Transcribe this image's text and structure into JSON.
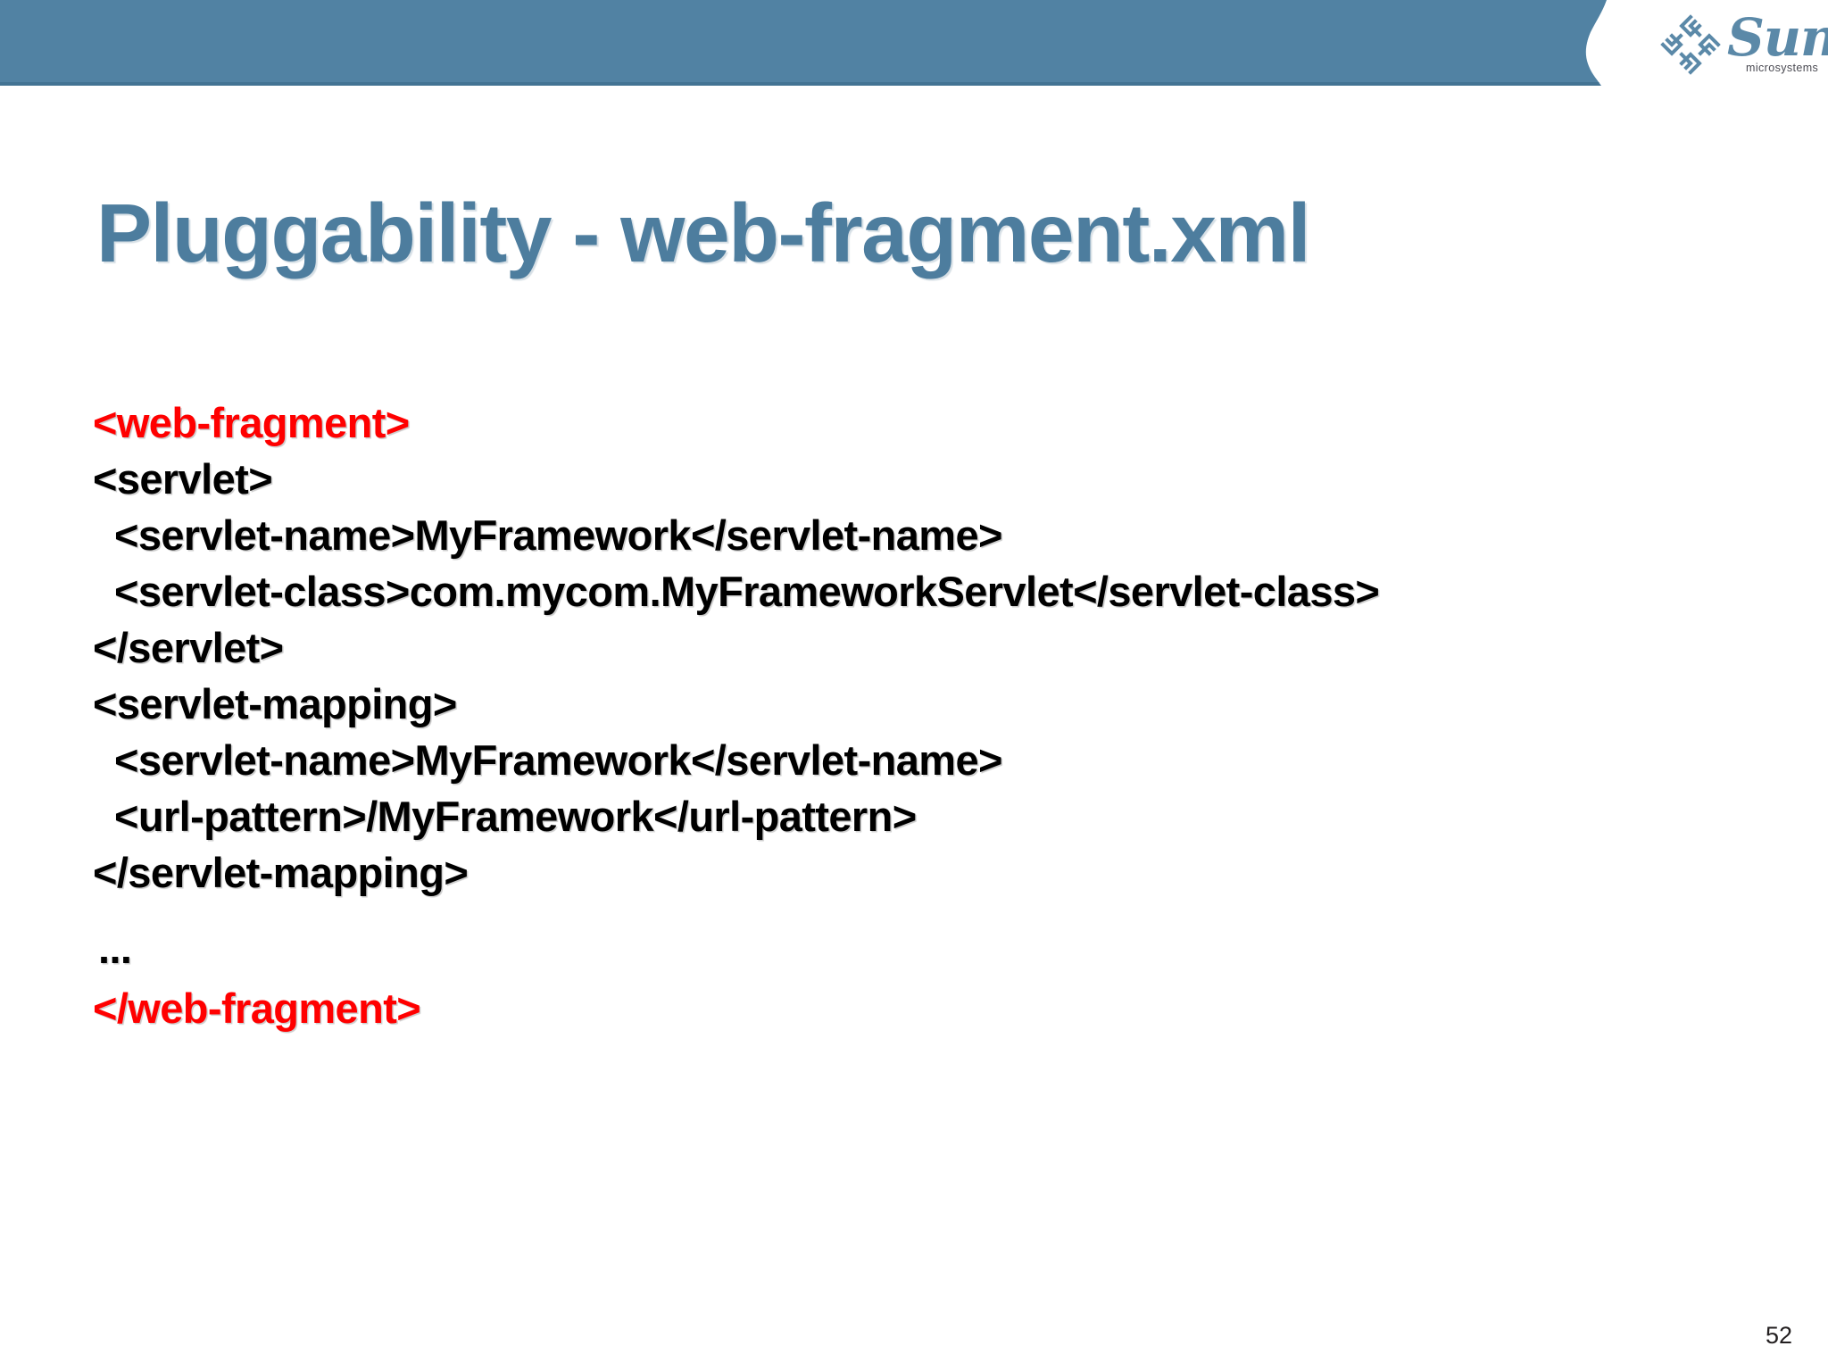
{
  "header": {
    "band_color": "#5182a3",
    "band_edge_color": "#3f6e8d",
    "logo": {
      "mark_name": "sun-diamond-logo-icon",
      "wordmark": "Sun",
      "sub_wordmark": "microsystems",
      "logo_color": "#5b89a8"
    }
  },
  "title": {
    "text": "Pluggability - web-fragment.xml",
    "color": "#4d7d9e"
  },
  "code": {
    "accent_color": "#ff0000",
    "text_color": "#000000",
    "lines": [
      {
        "text": "<web-fragment>",
        "color": "red",
        "indent": 0
      },
      {
        "text": "<servlet>",
        "color": "black",
        "indent": 0
      },
      {
        "text": "<servlet-name>MyFramework</servlet-name>",
        "color": "black",
        "indent": 1
      },
      {
        "text": "<servlet-class>com.mycom.MyFrameworkServlet</servlet-class>",
        "color": "black",
        "indent": 1
      },
      {
        "text": "</servlet>",
        "color": "black",
        "indent": 0
      },
      {
        "text": "<servlet-mapping>",
        "color": "black",
        "indent": 0
      },
      {
        "text": "<servlet-name>MyFramework</servlet-name>",
        "color": "black",
        "indent": 1
      },
      {
        "text": "<url-pattern>/MyFramework</url-pattern>",
        "color": "black",
        "indent": 1
      },
      {
        "text": "</servlet-mapping>",
        "color": "black",
        "indent": 0
      },
      {
        "text": "...",
        "color": "black",
        "indent": 0
      },
      {
        "text": "</web-fragment>",
        "color": "red",
        "indent": 0
      }
    ]
  },
  "footer": {
    "page_number": "52"
  }
}
